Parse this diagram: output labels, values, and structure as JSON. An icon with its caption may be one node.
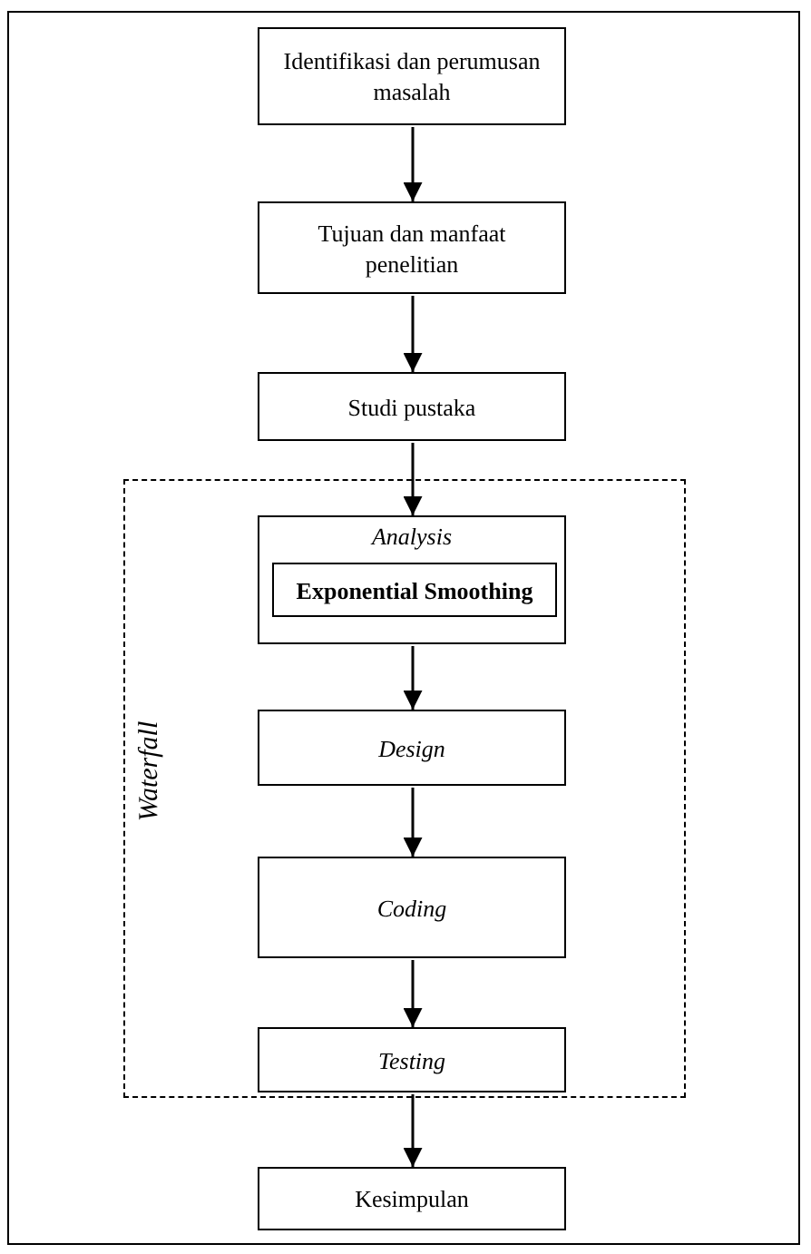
{
  "diagram": {
    "nodes": [
      {
        "text": [
          "Identifikasi dan perumusan masalah"
        ]
      },
      {
        "text": [
          "Tujuan dan manfaat penelitian"
        ]
      },
      {
        "text": [
          "Studi pustaka"
        ]
      },
      {
        "text": [
          "Waterfall"
        ]
      },
      {
        "text": [
          "Analysis"
        ],
        "in": 3
      },
      {
        "text": [
          "Exponential Smoothing"
        ],
        "in": 4
      },
      {
        "text": [
          "Design"
        ],
        "in": 3
      },
      {
        "text": [
          "Coding"
        ],
        "in": 3
      },
      {
        "text": [
          "Testing"
        ],
        "in": 3
      },
      {
        "text": [
          "Kesimpulan"
        ]
      }
    ],
    "edges": [
      {
        "from": 0,
        "to": 1,
        "arrow": "to"
      },
      {
        "from": 1,
        "to": 2,
        "arrow": "to"
      },
      {
        "from": 2,
        "to": 4,
        "arrow": "to"
      },
      {
        "from": 4,
        "to": 6,
        "arrow": "to"
      },
      {
        "from": 6,
        "to": 7,
        "arrow": "to"
      },
      {
        "from": 7,
        "to": 8,
        "arrow": "to"
      },
      {
        "from": 8,
        "to": 9,
        "arrow": "to"
      }
    ]
  }
}
